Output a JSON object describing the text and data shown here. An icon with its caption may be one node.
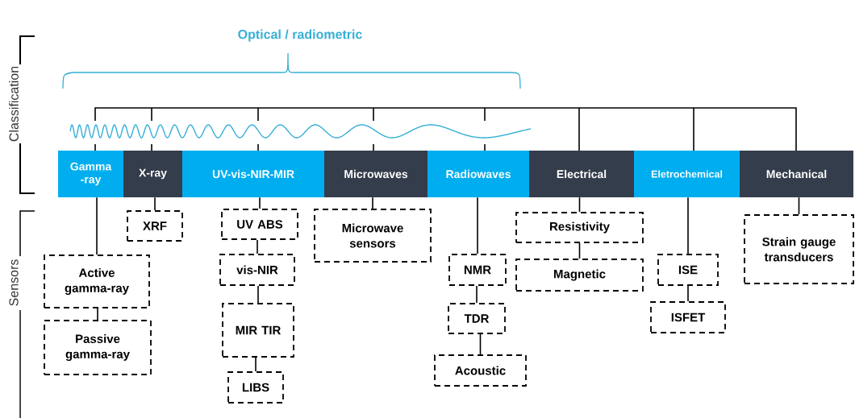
{
  "diagram": {
    "nodes": [
      {
        "text": [
          "Gamma -ray"
        ]
      },
      {
        "text": [
          "X-ray"
        ]
      },
      {
        "text": [
          "UV-vis-NIR-MIR"
        ]
      },
      {
        "text": [
          "Microwaves"
        ]
      },
      {
        "text": [
          "Radiowaves"
        ]
      },
      {
        "text": [
          "Electrical"
        ]
      },
      {
        "text": [
          "Eletrochemical"
        ]
      },
      {
        "text": [
          "Mechanical"
        ]
      },
      {
        "text": [
          "XRF"
        ]
      },
      {
        "text": [
          "Active gamma-ray"
        ]
      },
      {
        "text": [
          "Passive gamma-ray"
        ]
      },
      {
        "text": [
          "UV ABS"
        ]
      },
      {
        "text": [
          "vis-NIR"
        ]
      },
      {
        "text": [
          "MIR TIR"
        ]
      },
      {
        "text": [
          "LIBS"
        ]
      },
      {
        "text": [
          "Microwave sensors"
        ]
      },
      {
        "text": [
          "NMR"
        ]
      },
      {
        "text": [
          "TDR"
        ]
      },
      {
        "text": [
          "Acoustic"
        ]
      },
      {
        "text": [
          "Resistivity"
        ]
      },
      {
        "text": [
          "Magnetic"
        ]
      },
      {
        "text": [
          "ISE"
        ]
      },
      {
        "text": [
          "ISFET"
        ]
      },
      {
        "text": [
          "Strain gauge transducers"
        ]
      }
    ],
    "edges": [
      {
        "from": 0,
        "to": 9,
        "arrow": "none"
      },
      {
        "from": 9,
        "to": 10,
        "arrow": "none"
      },
      {
        "from": 1,
        "to": 8,
        "arrow": "none"
      },
      {
        "from": 2,
        "to": 11,
        "arrow": "none"
      },
      {
        "from": 11,
        "to": 12,
        "arrow": "none"
      },
      {
        "from": 12,
        "to": 13,
        "arrow": "none"
      },
      {
        "from": 13,
        "to": 14,
        "arrow": "none"
      },
      {
        "from": 3,
        "to": 15,
        "arrow": "none"
      },
      {
        "from": 4,
        "to": 16,
        "arrow": "none"
      },
      {
        "from": 16,
        "to": 17,
        "arrow": "none"
      },
      {
        "from": 17,
        "to": 18,
        "arrow": "none"
      },
      {
        "from": 5,
        "to": 19,
        "arrow": "none"
      },
      {
        "from": 19,
        "to": 20,
        "arrow": "none"
      },
      {
        "from": 6,
        "to": 21,
        "arrow": "none"
      },
      {
        "from": 21,
        "to": 22,
        "arrow": "none"
      },
      {
        "from": 7,
        "to": 23,
        "arrow": "none"
      }
    ],
    "labels": [
      "Optical / radiometric",
      "Classification",
      "Sensors"
    ]
  }
}
